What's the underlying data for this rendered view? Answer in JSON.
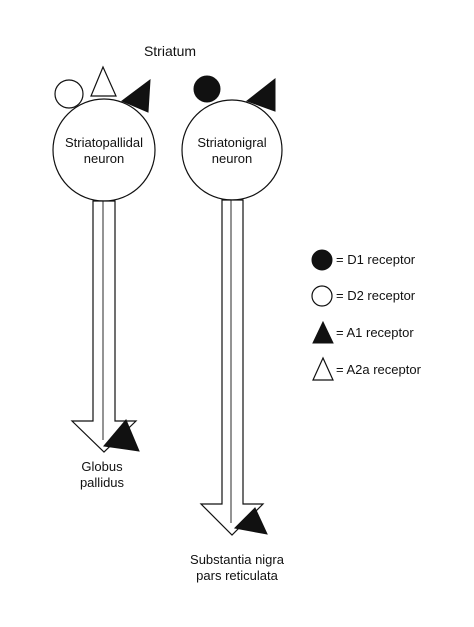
{
  "title": "Striatum",
  "neurons": {
    "left": {
      "line1": "Striatopallidal",
      "line2": "neuron"
    },
    "right": {
      "line1": "Striatonigral",
      "line2": "neuron"
    }
  },
  "targets": {
    "left": {
      "line1": "Globus",
      "line2": "pallidus"
    },
    "right": {
      "line1": "Substantia nigra",
      "line2": "pars reticulata"
    }
  },
  "legend": [
    {
      "symbol": "filled-circle",
      "label": "= D1 receptor"
    },
    {
      "symbol": "open-circle",
      "label": "= D2 receptor"
    },
    {
      "symbol": "filled-triangle",
      "label": "= A1 receptor"
    },
    {
      "symbol": "open-triangle",
      "label": "= A2a receptor"
    }
  ],
  "colors": {
    "stroke": "#111111",
    "fill_dark": "#111111",
    "fill_light": "#ffffff"
  }
}
